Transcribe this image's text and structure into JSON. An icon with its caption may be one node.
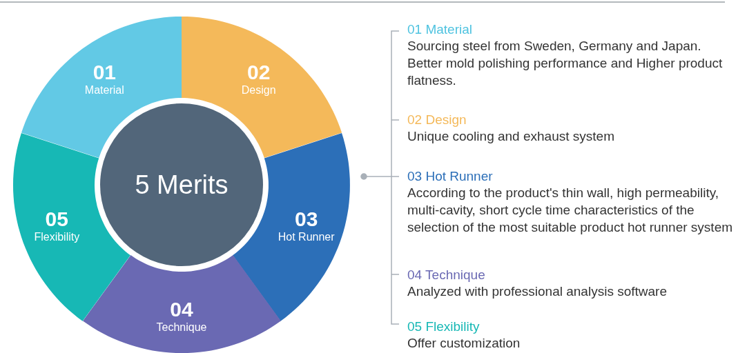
{
  "diagram": {
    "nodes": [
      {
        "text": [
          "5 Merits"
        ]
      },
      {
        "text": [
          "01",
          "Material"
        ]
      },
      {
        "text": [
          "02",
          "Design"
        ]
      },
      {
        "text": [
          "03",
          "Hot Runner"
        ]
      },
      {
        "text": [
          "04",
          "Technique"
        ]
      },
      {
        "text": [
          "05",
          "Flexibility"
        ]
      },
      {
        "text": [
          "01 Material",
          "Sourcing steel from Sweden, Germany and Japan. Better mold polishing performance and Higher product flatness."
        ]
      },
      {
        "text": [
          "02 Design",
          "Unique cooling and exhaust system"
        ]
      },
      {
        "text": [
          "03 Hot Runner",
          "According to the product's thin wall, high permeability, multi-cavity, short cycle time characteristics of the selection of the most suitable product hot runner system"
        ]
      },
      {
        "text": [
          "04 Technique",
          "Analyzed with professional analysis software"
        ]
      },
      {
        "text": [
          "05 Flexibility",
          "Offer customization"
        ]
      }
    ],
    "edges": []
  }
}
